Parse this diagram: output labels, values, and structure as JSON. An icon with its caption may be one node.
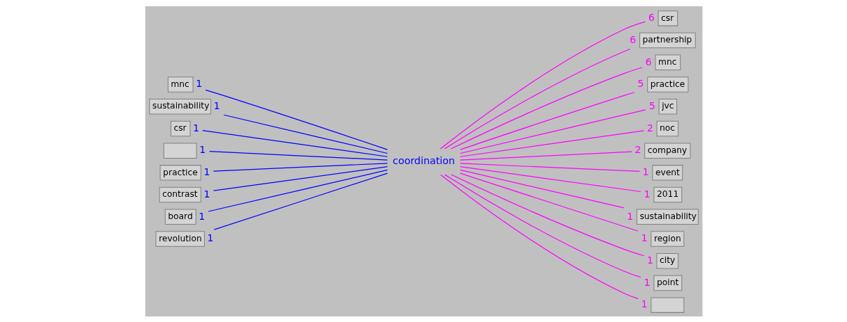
{
  "diagram": {
    "nodes": [
      {
        "text": [
          "mnc"
        ],
        "beside": [
          "1"
        ]
      },
      {
        "text": [
          "sustainability"
        ],
        "beside": [
          "1"
        ]
      },
      {
        "text": [
          "csr"
        ],
        "beside": [
          "1"
        ]
      },
      {
        "text": [],
        "shape": "box",
        "beside": [
          "1"
        ]
      },
      {
        "text": [
          "practice"
        ],
        "beside": [
          "1"
        ]
      },
      {
        "text": [
          "contrast"
        ],
        "beside": [
          "1"
        ]
      },
      {
        "text": [
          "board"
        ],
        "beside": [
          "1"
        ]
      },
      {
        "text": [
          "revolution"
        ],
        "beside": [
          "1"
        ]
      },
      {
        "text": [
          "coordination"
        ]
      },
      {
        "text": [
          "csr"
        ],
        "beside": [
          "6"
        ]
      },
      {
        "text": [
          "partnership"
        ],
        "beside": [
          "6"
        ]
      },
      {
        "text": [
          "mnc"
        ],
        "beside": [
          "6"
        ]
      },
      {
        "text": [
          "practice"
        ],
        "beside": [
          "5"
        ]
      },
      {
        "text": [
          "jvc"
        ],
        "beside": [
          "5"
        ]
      },
      {
        "text": [
          "noc"
        ],
        "beside": [
          "2"
        ]
      },
      {
        "text": [
          "company"
        ],
        "beside": [
          "2"
        ]
      },
      {
        "text": [
          "event"
        ],
        "beside": [
          "1"
        ]
      },
      {
        "text": [
          "2011"
        ],
        "beside": [
          "1"
        ]
      },
      {
        "text": [
          "sustainability"
        ],
        "beside": [
          "1"
        ]
      },
      {
        "text": [
          "region"
        ],
        "beside": [
          "1"
        ]
      },
      {
        "text": [
          "city"
        ],
        "beside": [
          "1"
        ]
      },
      {
        "text": [
          "point"
        ],
        "beside": [
          "1"
        ]
      },
      {
        "text": [],
        "shape": "box",
        "beside": [
          "1"
        ]
      }
    ],
    "edges": [
      {
        "from": 0,
        "to": 8,
        "arrow": "none",
        "color": "#0000ff"
      },
      {
        "from": 1,
        "to": 8,
        "arrow": "none",
        "color": "#0000ff"
      },
      {
        "from": 2,
        "to": 8,
        "arrow": "none",
        "color": "#0000ff"
      },
      {
        "from": 3,
        "to": 8,
        "arrow": "none",
        "color": "#0000ff"
      },
      {
        "from": 4,
        "to": 8,
        "arrow": "none",
        "color": "#0000ff"
      },
      {
        "from": 5,
        "to": 8,
        "arrow": "none",
        "color": "#0000ff"
      },
      {
        "from": 6,
        "to": 8,
        "arrow": "none",
        "color": "#0000ff"
      },
      {
        "from": 7,
        "to": 8,
        "arrow": "none",
        "color": "#0000ff"
      },
      {
        "from": 8,
        "to": 9,
        "arrow": "none"
      },
      {
        "from": 8,
        "to": 10,
        "arrow": "none"
      },
      {
        "from": 8,
        "to": 11,
        "arrow": "none"
      },
      {
        "from": 8,
        "to": 12,
        "arrow": "none"
      },
      {
        "from": 8,
        "to": 13,
        "arrow": "none"
      },
      {
        "from": 8,
        "to": 14,
        "arrow": "none"
      },
      {
        "from": 8,
        "to": 15,
        "arrow": "none"
      },
      {
        "from": 8,
        "to": 16,
        "arrow": "none"
      },
      {
        "from": 8,
        "to": 17,
        "arrow": "none"
      },
      {
        "from": 8,
        "to": 18,
        "arrow": "none"
      },
      {
        "from": 8,
        "to": 19,
        "arrow": "none"
      },
      {
        "from": 8,
        "to": 20,
        "arrow": "none"
      },
      {
        "from": 8,
        "to": 21,
        "arrow": "none"
      },
      {
        "from": 8,
        "to": 22,
        "arrow": "none"
      }
    ]
  }
}
